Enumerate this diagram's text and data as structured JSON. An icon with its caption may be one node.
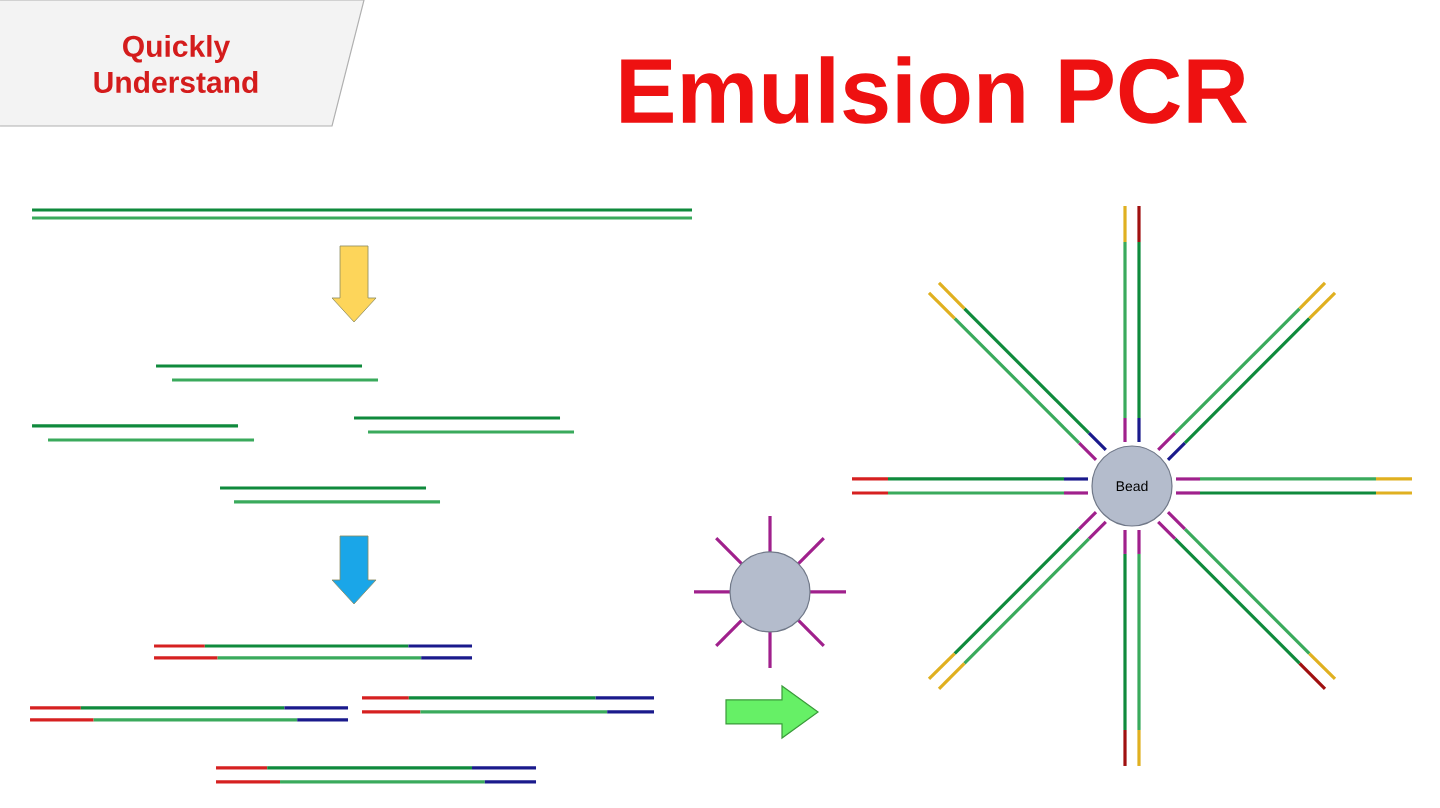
{
  "diagram": {
    "title": "Emulsion PCR",
    "nodes": [
      {
        "text": [
          "Quickly Understand"
        ]
      },
      {
        "text": [],
        "shape": "circle"
      },
      {
        "text": [
          "Bead"
        ]
      }
    ]
  }
}
